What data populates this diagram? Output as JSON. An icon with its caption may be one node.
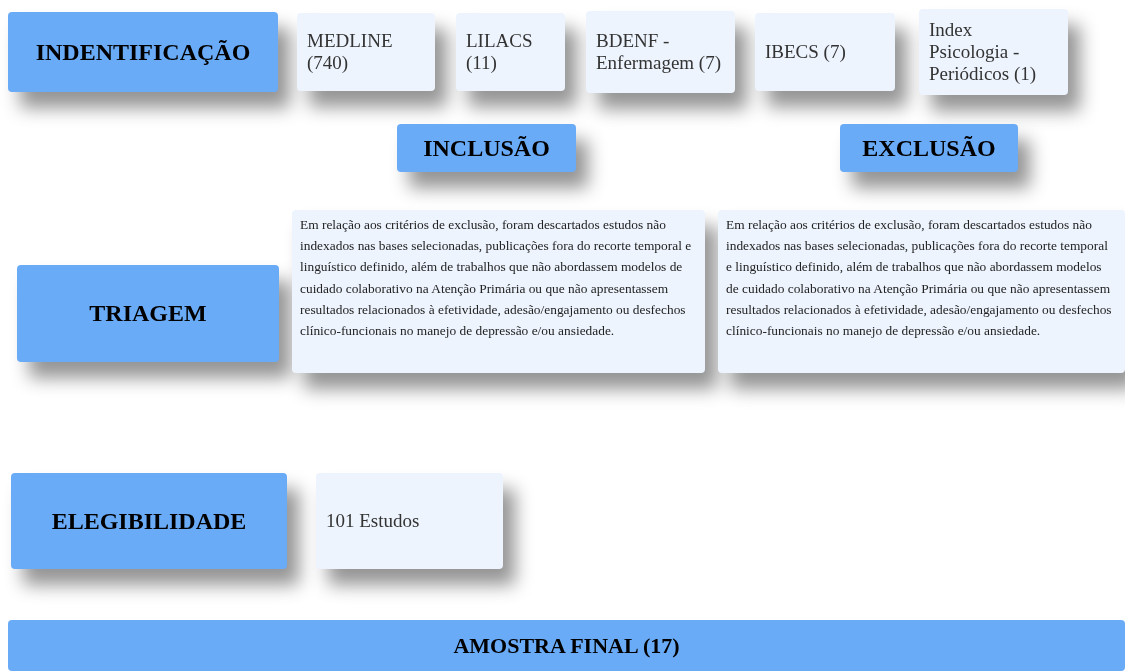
{
  "diagram": {
    "nodes": [
      {
        "text": [
          "INDENTIFICAÇÃO"
        ]
      },
      {
        "text": [
          "MEDLINE (740)"
        ]
      },
      {
        "text": [
          "LILACS (11)"
        ]
      },
      {
        "text": [
          "BDENF - Enfermagem (7)"
        ]
      },
      {
        "text": [
          "IBECS (7)"
        ]
      },
      {
        "text": [
          "Index Psicologia - Periódicos (1)"
        ]
      },
      {
        "text": [
          "INCLUSÃO"
        ]
      },
      {
        "text": [
          "EXCLUSÃO"
        ]
      },
      {
        "text": [
          "TRIAGEM"
        ]
      },
      {
        "text": [
          "Em relação aos critérios de exclusão, foram descartados estudos não indexados nas bases selecionadas, publicações fora do recorte temporal e linguístico definido, além de trabalhos que não abordassem modelos de cuidado colaborativo na Atenção Primária ou que não apresentassem resultados relacionados à efetividade, adesão/engajamento ou desfechos clínico-funcionais no manejo de depressão e/ou ansiedade."
        ]
      },
      {
        "text": [
          "Em relação aos critérios de exclusão, foram descartados estudos não indexados nas bases selecionadas, publicações fora do recorte temporal e linguístico definido, além de trabalhos que não abordassem modelos de cuidado colaborativo na Atenção Primária ou que não apresentassem resultados relacionados à efetividade, adesão/engajamento ou desfechos clínico-funcionais no manejo de depressão e/ou ansiedade."
        ]
      },
      {
        "text": [
          "ELEGIBILIDADE"
        ]
      },
      {
        "text": [
          "101 Estudos"
        ]
      },
      {
        "text": [
          "AMOSTRA FINAL (17)"
        ]
      }
    ]
  }
}
